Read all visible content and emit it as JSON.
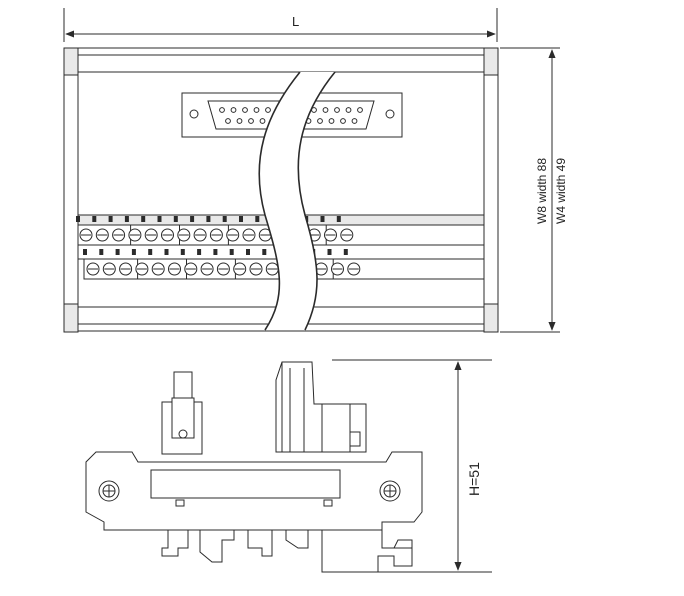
{
  "drawing": {
    "top_view": {
      "length_label": "L",
      "width_label_w8": "W8 width 88",
      "width_label_w4": "W4 width 49",
      "upper_terminal_count": 17,
      "lower_terminal_count": 17
    },
    "side_view": {
      "height_label": "H=51"
    }
  }
}
